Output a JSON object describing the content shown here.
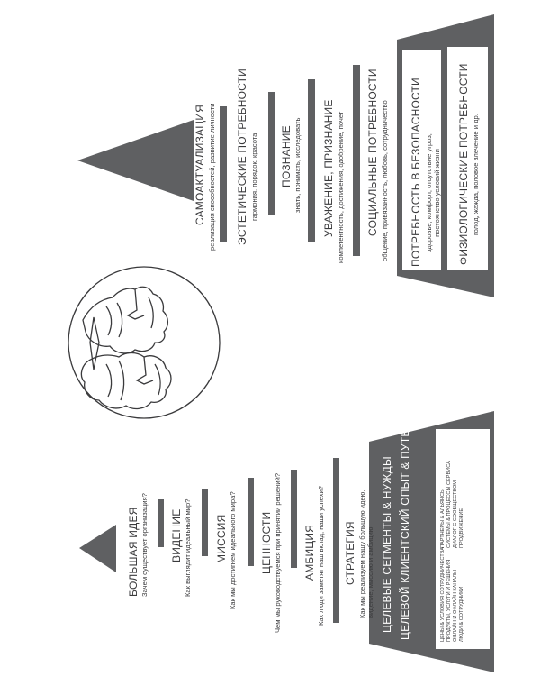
{
  "colors": {
    "pyramid": "#5f6062",
    "ink": "#3a3a3c",
    "paper": "#ffffff"
  },
  "left_pyramid": {
    "levels": [
      {
        "title": "БОЛЬШАЯ ИДЕЯ",
        "subtitle": "Зачем существует организация?"
      },
      {
        "title": "ВИДЕНИЕ",
        "subtitle": "Как выглядит идеальный мир?"
      },
      {
        "title": "МИССИЯ",
        "subtitle": "Как мы достигнем идеального мира?"
      },
      {
        "title": "ЦЕННОСТИ",
        "subtitle": "Чем мы руководствуемся при принятии решений?"
      },
      {
        "title": "АМБИЦИЯ",
        "subtitle": "Как люди заметят наш вклад, наши успехи?"
      },
      {
        "title": "СТРАТЕГИЯ",
        "subtitle": "Как мы реализуем нашу большую идею,\nвидение, миссию и амбицию"
      }
    ],
    "band": {
      "line1": "ЦЕЛЕВЫЕ СЕГМЕНТЫ & НУЖДЫ",
      "line2": "ЦЕЛЕВОЙ КЛИЕНТСКИЙ ОПЫТ & ПУТЬ"
    },
    "base_left": "ЦЕНЫ & УСЛОВИЯ СОТРУДНИЧЕСТВА\nПРОДУКТЫ, УСЛУГИ И РЕШЕНИЯ\nОНЛАЙН И ОФЛАЙН КАНАЛЫ\nЛЮДИ & СОТРУДНИКИ",
    "base_right": "ПАРТНЕРЫ & АЛЬЯНСЫ\nСИСТЕМЫ & ПРОЦЕССЫ СЕРВИСА\nДИАЛОГ С СООБЩЕСТВОМ\nПРОДВИЖЕНИЕ"
  },
  "right_pyramid": {
    "levels": [
      {
        "title": "САМОАКТУАЛИЗАЦИЯ",
        "subtitle": "реализация способностей, развитие личности"
      },
      {
        "title": "ЭСТЕТИЧЕСКИЕ ПОТРЕБНОСТИ",
        "subtitle": "гармония, порядок, красота"
      },
      {
        "title": "ПОЗНАНИЕ",
        "subtitle": "знать, понимать, исследовать"
      },
      {
        "title": "УВАЖЕНИЕ, ПРИЗНАНИЕ",
        "subtitle": "компетентность, достижения, одобрение, почет"
      },
      {
        "title": "СОЦИАЛЬНЫЕ ПОТРЕБНОСТИ",
        "subtitle": "общение, привязанность, любовь, сотрудничество"
      }
    ],
    "box_safety": {
      "title": "ПОТРЕБНОСТЬ В БЕЗОПАСНОСТИ",
      "subtitle": "здоровье, комфорт, отсутствие угроз,\nпостоянство условий жизни"
    },
    "box_phys": {
      "title": "ФИЗИОЛОГИЧЕСКИЕ ПОТРЕБНОСТИ",
      "subtitle": "голод, жажда, половое влечение и др."
    }
  },
  "medallion": {
    "icon": "two-heads-profile-icon"
  }
}
